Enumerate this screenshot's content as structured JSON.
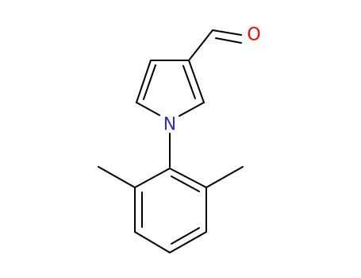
{
  "molecule": {
    "atoms": [
      {
        "id": "N1",
        "label": "N",
        "color": "#3333aa"
      },
      {
        "id": "O1",
        "label": "O",
        "color": "#ff0000"
      }
    ]
  }
}
